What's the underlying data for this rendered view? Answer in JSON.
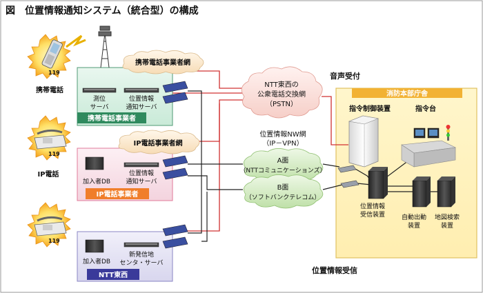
{
  "title": "図　位置情報通知システム（統合型）の構成",
  "emergency_number": "119",
  "phones": {
    "mobile": "携帯電話",
    "ip": "IP電話"
  },
  "networks": {
    "mobile_network": "携帯電話事業者網",
    "ip_network": "IP電話事業者網",
    "pstn": [
      "NTT東西の",
      "公衆電話交換網",
      "（PSTN）"
    ],
    "location_nw": [
      "位置情報NW網",
      "（IP－VPN）"
    ],
    "plane_a": [
      "A面",
      "（NTTコミュニケーションズ）"
    ],
    "plane_b": [
      "B面",
      "（ソフトバンクテレコム）"
    ]
  },
  "operators": {
    "mobile": {
      "name": "携帯電話事業者",
      "servers": [
        [
          "測位",
          "サーバ"
        ],
        [
          "位置情報",
          "通知サーバ"
        ]
      ]
    },
    "ip": {
      "name": "IP電話事業者",
      "servers": [
        [
          "加入者DB"
        ],
        [
          "位置情報",
          "通知サーバ"
        ]
      ]
    },
    "ntt": {
      "name": "NTT東西",
      "servers": [
        [
          "加入者DB"
        ],
        [
          "新発信地",
          "センタ・サーバ"
        ]
      ]
    }
  },
  "fire_dept": {
    "title": "消防本部庁舎",
    "dispatch_control": "指令制御装置",
    "command_desk": "指令台",
    "location_receiver": [
      "位置情報",
      "受信装置"
    ],
    "auto_dispatch": [
      "自動出動",
      "装置"
    ],
    "map_search": [
      "地図検索",
      "装置"
    ]
  },
  "labels": {
    "voice_reception": "音声受付",
    "location_reception": "位置情報受信"
  }
}
